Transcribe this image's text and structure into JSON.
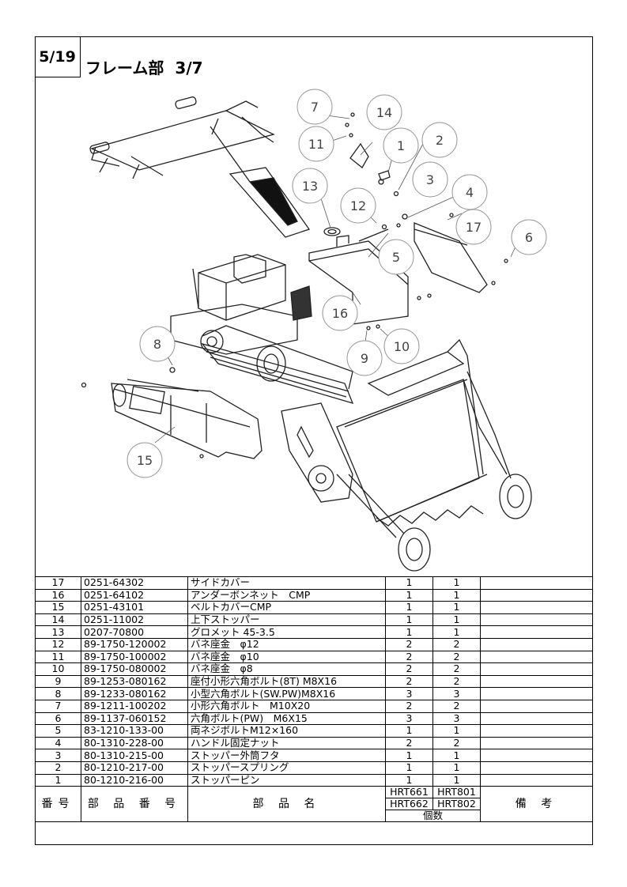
{
  "page": {
    "number": "5/19",
    "title": "フレーム部",
    "subtitle": "3/7"
  },
  "callouts": [
    "1",
    "2",
    "3",
    "4",
    "5",
    "6",
    "7",
    "8",
    "9",
    "10",
    "11",
    "12",
    "13",
    "14",
    "15",
    "16",
    "17"
  ],
  "table": {
    "rows": [
      {
        "no": "17",
        "code": "0251-64302",
        "name": "サイドカバー",
        "q1": "1",
        "q2": "1"
      },
      {
        "no": "16",
        "code": "0251-64102",
        "name": "アンダーボンネット　CMP",
        "q1": "1",
        "q2": "1"
      },
      {
        "no": "15",
        "code": "0251-43101",
        "name": "ベルトカバーCMP",
        "q1": "1",
        "q2": "1"
      },
      {
        "no": "14",
        "code": "0251-11002",
        "name": "上下ストッパー",
        "q1": "1",
        "q2": "1"
      },
      {
        "no": "13",
        "code": "0207-70800",
        "name": "グロメット 45-3.5",
        "q1": "1",
        "q2": "1"
      },
      {
        "no": "12",
        "code": "89-1750-120002",
        "name": "バネ座金　φ12",
        "q1": "2",
        "q2": "2"
      },
      {
        "no": "11",
        "code": "89-1750-100002",
        "name": "バネ座金　φ10",
        "q1": "2",
        "q2": "2"
      },
      {
        "no": "10",
        "code": "89-1750-080002",
        "name": "バネ座金　φ8",
        "q1": "2",
        "q2": "2"
      },
      {
        "no": "9",
        "code": "89-1253-080162",
        "name": "座付小形六角ボルト(8T) M8X16",
        "q1": "2",
        "q2": "2"
      },
      {
        "no": "8",
        "code": "89-1233-080162",
        "name": "小型六角ボルト(SW.PW)M8X16",
        "q1": "3",
        "q2": "3"
      },
      {
        "no": "7",
        "code": "89-1211-100202",
        "name": "小形六角ボルト　M10X20",
        "q1": "2",
        "q2": "2"
      },
      {
        "no": "6",
        "code": "89-1137-060152",
        "name": "六角ボルト(PW)　M6X15",
        "q1": "3",
        "q2": "3"
      },
      {
        "no": "5",
        "code": "83-1210-133-00",
        "name": "両ネジボルトM12×160",
        "q1": "1",
        "q2": "1"
      },
      {
        "no": "4",
        "code": "80-1310-228-00",
        "name": "ハンドル固定ナット",
        "q1": "2",
        "q2": "2"
      },
      {
        "no": "3",
        "code": "80-1310-215-00",
        "name": "ストッパー外筒フタ",
        "q1": "1",
        "q2": "1"
      },
      {
        "no": "2",
        "code": "80-1210-217-00",
        "name": "ストッパースプリング",
        "q1": "1",
        "q2": "1"
      },
      {
        "no": "1",
        "code": "80-1210-216-00",
        "name": "ストッパーピン",
        "q1": "1",
        "q2": "1"
      }
    ],
    "header": {
      "no": "番号",
      "code": "部 品 番 号",
      "name": "部 品 名",
      "model_a1": "HRT661",
      "model_a2": "HRT662",
      "model_b1": "HRT801",
      "model_b2": "HRT802",
      "qty": "個数",
      "remarks": "備 考"
    }
  }
}
